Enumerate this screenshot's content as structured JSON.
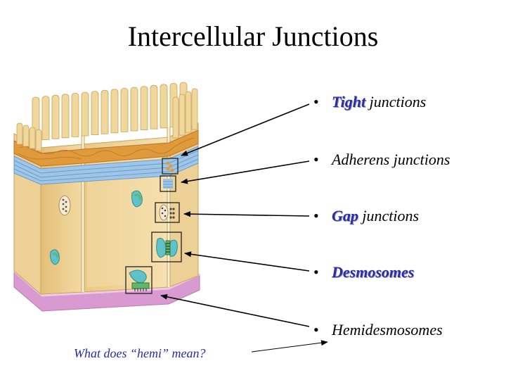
{
  "title": "Intercellular Junctions",
  "bullets": [
    {
      "emph": "Tight",
      "rest": " junctions"
    },
    {
      "emph": "",
      "rest": "Adherens junctions"
    },
    {
      "emph": "Gap",
      "rest": " junctions"
    },
    {
      "emph": "Desmosomes",
      "rest": ""
    },
    {
      "emph": "",
      "rest": "Hemidesmosomes"
    }
  ],
  "question": "What does “hemi” mean?",
  "colors": {
    "accent": "#2b2ba8",
    "cell": "#f2d9a0",
    "microvilli": "#f0d79c",
    "tight_band": "#e09a3c",
    "adherens_band": "#9fc6e8",
    "basement": "#d89ad0",
    "junction_green": "#5fb86a",
    "junction_teal": "#5ec2c8"
  }
}
